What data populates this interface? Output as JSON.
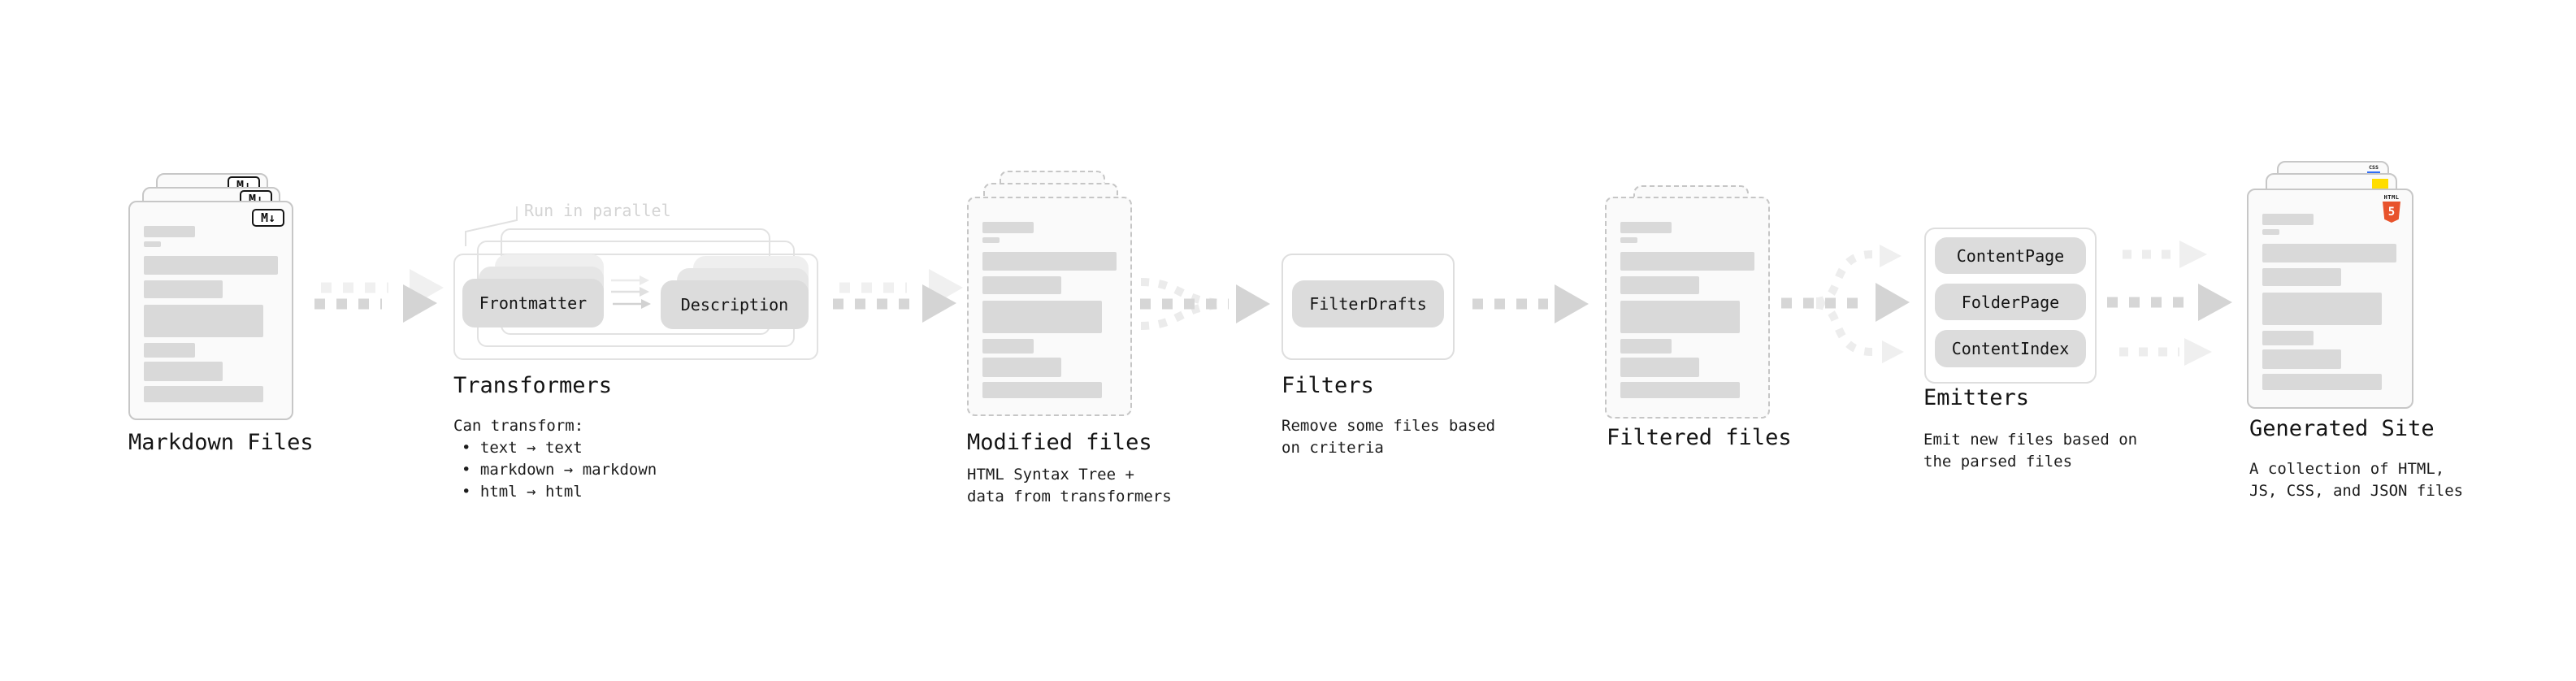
{
  "markdown": {
    "label": "Markdown Files",
    "icon": "M↓"
  },
  "transformers": {
    "label": "Transformers",
    "annotation": "Run in parallel",
    "frontmatter": "Frontmatter",
    "description": "Description",
    "sub1": "Can transform:",
    "bullet1": "• text → text",
    "bullet2": "• markdown → markdown",
    "bullet3": "• html → html"
  },
  "modified": {
    "label": "Modified files",
    "sub1": "HTML Syntax Tree +",
    "sub2": "data from transformers"
  },
  "filters": {
    "label": "Filters",
    "filter_drafts": "FilterDrafts",
    "sub1": "Remove some files based",
    "sub2": "on criteria"
  },
  "filtered": {
    "label": "Filtered files"
  },
  "emitters": {
    "label": "Emitters",
    "content_page": "ContentPage",
    "folder_page": "FolderPage",
    "content_index": "ContentIndex",
    "sub1": "Emit new files based on",
    "sub2": "the parsed files"
  },
  "generated": {
    "label": "Generated Site",
    "sub1": "A collection of HTML,",
    "sub2": "JS, CSS, and JSON files",
    "html_word": "HTML",
    "html_number": "5",
    "css_word": "CSS"
  },
  "colors": {
    "background": "#ffffff",
    "page_fill": "#fafafa",
    "page_border": "#c7c7c7",
    "bar_fill": "#d9d9d9",
    "box_fill": "#dcdcdc",
    "outline_border": "#e2e2e2",
    "arrow": "#d4d4d4",
    "arrow_faded": "#ececec",
    "text": "#161616",
    "annotation_text": "#d4d4d4",
    "html5_orange": "#e8532c",
    "js_yellow": "#ffdd00",
    "css_blue": "#2f6df6"
  }
}
